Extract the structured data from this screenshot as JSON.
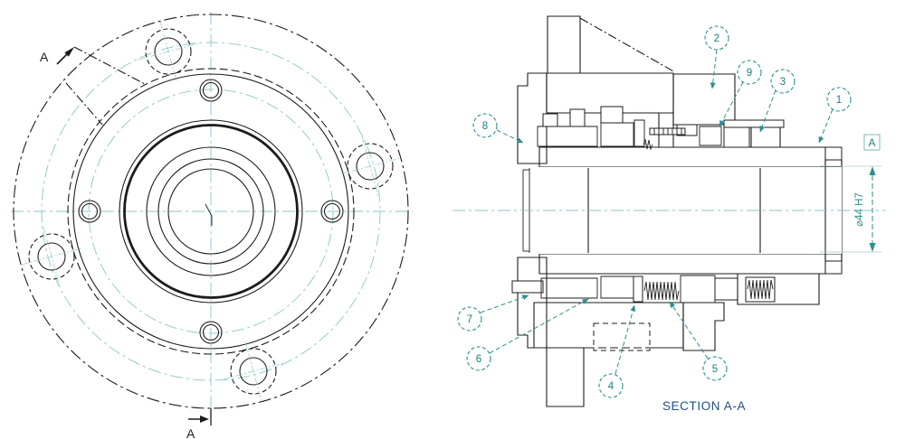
{
  "drawing": {
    "labels": {
      "section_title": "SECTION A-A",
      "dimension": "⌀44 H7",
      "datum": "A",
      "cut_arrow_top": "A",
      "cut_arrow_bottom": "A"
    },
    "balloons": [
      {
        "label": "1"
      },
      {
        "label": "2"
      },
      {
        "label": "3"
      },
      {
        "label": "4"
      },
      {
        "label": "5"
      },
      {
        "label": "6"
      },
      {
        "label": "7"
      },
      {
        "label": "8"
      },
      {
        "label": "9"
      }
    ],
    "colors": {
      "line": "#1c1c1c",
      "hatch_gray": "#a6a6a6",
      "annotation_teal": "#2a8f90",
      "centerline_teal": "#8cc6c6",
      "section_title_navy": "#1c4f80",
      "background": "#ffffff"
    }
  }
}
